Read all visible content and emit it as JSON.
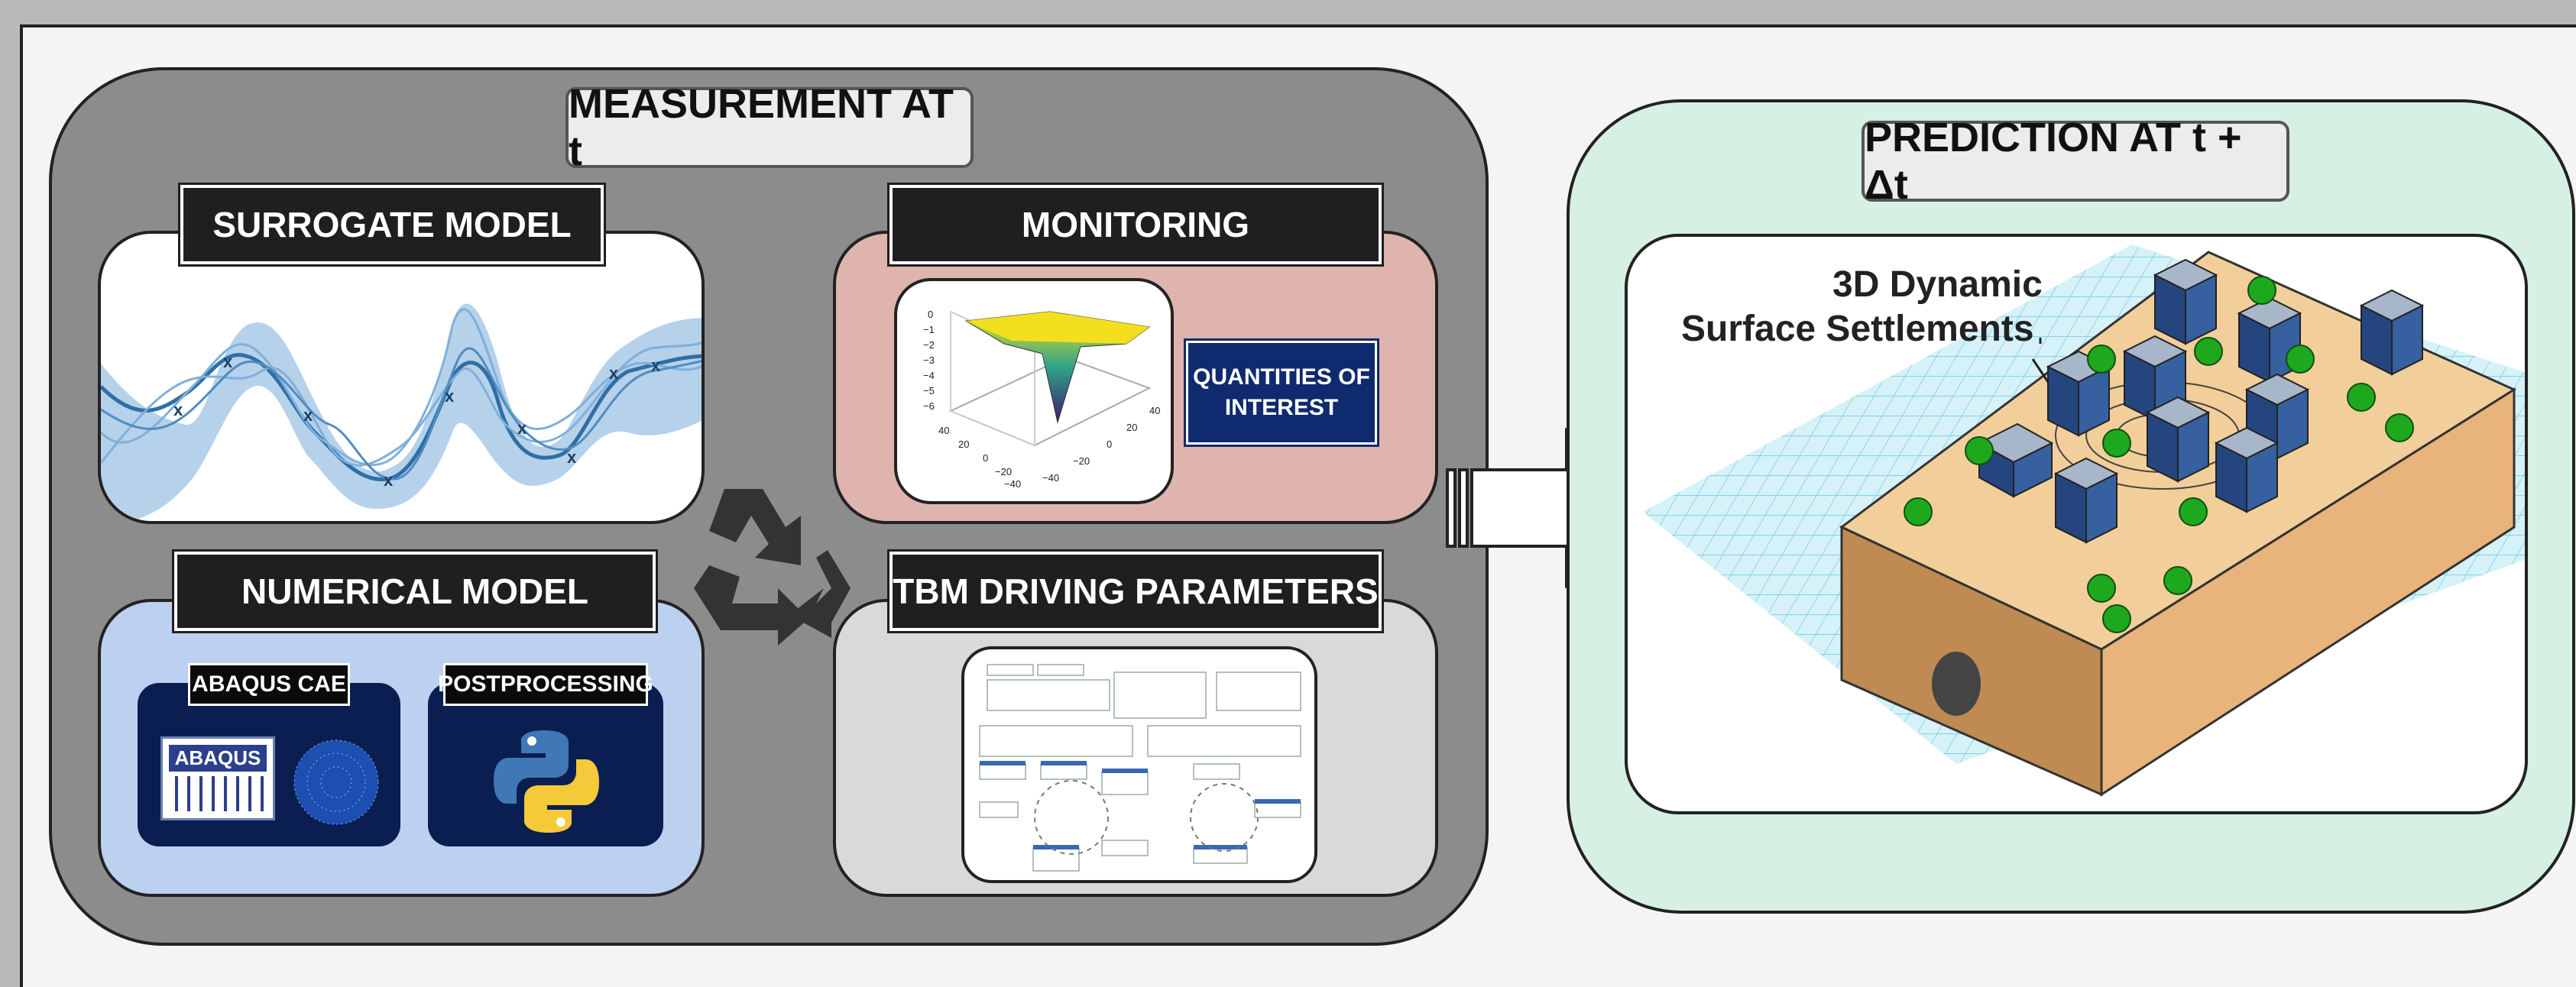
{
  "measurement": {
    "title": "MEASUREMENT AT t",
    "surrogate": {
      "title": "SURROGATE MODEL"
    },
    "monitoring": {
      "title": "MONITORING",
      "qoi_line1": "QUANTITIES OF",
      "qoi_line2": "INTEREST",
      "z_ticks": [
        "0",
        "−1",
        "−2",
        "−3",
        "−4",
        "−5",
        "−6"
      ],
      "x_ticks": [
        "40",
        "20",
        "0",
        "−20",
        "−40"
      ],
      "y_ticks": [
        "−40",
        "−20",
        "0",
        "20",
        "40"
      ]
    },
    "numerical": {
      "title": "NUMERICAL MODEL",
      "abaqus_label": "ABAQUS CAE",
      "abaqus_logo_text": "ABAQUS",
      "post_label": "POSTPROCESSING"
    },
    "tbm": {
      "title": "TBM DRIVING PARAMETERS"
    }
  },
  "prediction": {
    "title": "PREDICTION AT t + Δt",
    "caption_line1": "3D Dynamic",
    "caption_line2": "Surface Settlements"
  },
  "colors": {
    "measurement_bg": "#8c8c8c",
    "prediction_bg": "#d6f0e3",
    "surrogate_blue": "#2f6fa6",
    "monitoring_bg": "#dfb3ae",
    "numerical_bg": "#bcd0f0",
    "tbm_bg": "#d9d9d9",
    "navy": "#0f2a6e"
  },
  "icons": [
    "recycle-icon",
    "python-icon",
    "abaqus-logo",
    "arrow-right-icon"
  ]
}
